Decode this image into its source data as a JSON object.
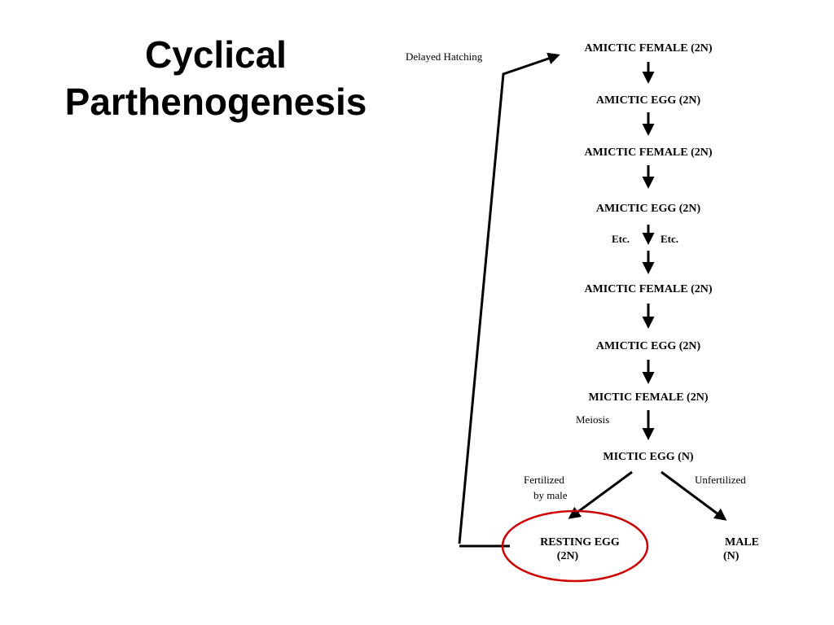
{
  "title": {
    "line1": "Cyclical",
    "line2": "Parthenogenesis"
  },
  "diagram": {
    "nodes": [
      "AMICTIC FEMALE (2N)",
      "AMICTIC EGG (2N)",
      "AMICTIC FEMALE (2N)",
      "AMICTIC EGG (2N)",
      "AMICTIC FEMALE (2N)",
      "AMICTIC EGG (2N)",
      "MICTIC FEMALE (2N)",
      "MICTIC EGG (N)"
    ],
    "resting_egg": {
      "line1": "RESTING EGG",
      "line2": "(2N)"
    },
    "male": {
      "line1": "MALE",
      "line2": "(N)"
    },
    "labels": {
      "delayed_hatching": "Delayed Hatching",
      "etc_left": "Etc.",
      "etc_right": "Etc.",
      "meiosis": "Meiosis",
      "fertilized_line1": "Fertilized",
      "fertilized_line2": "by male",
      "unfertilized": "Unfertilized"
    },
    "colors": {
      "line": "#000000",
      "highlight_circle": "#cc0000"
    }
  }
}
